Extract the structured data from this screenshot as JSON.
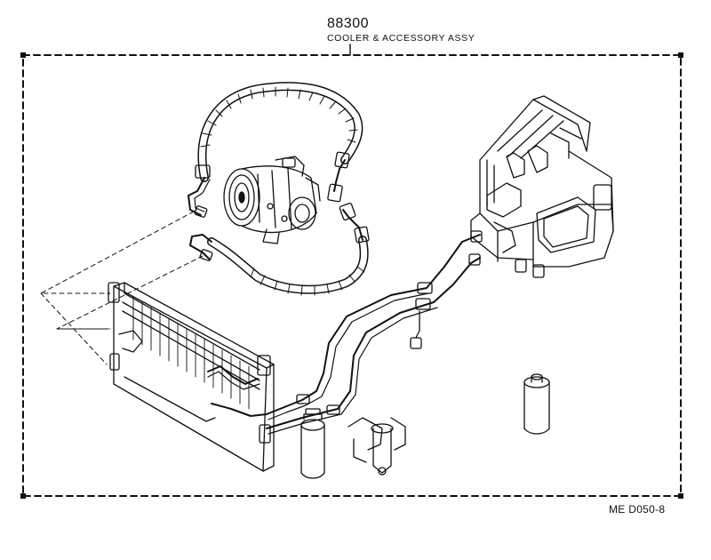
{
  "assembly": {
    "part_number": "88300",
    "title": "COOLER & ACCESSORY ASSY"
  },
  "reference_code": "ME D050-8",
  "colors": {
    "ink": "#111111",
    "paper": "#ffffff"
  }
}
